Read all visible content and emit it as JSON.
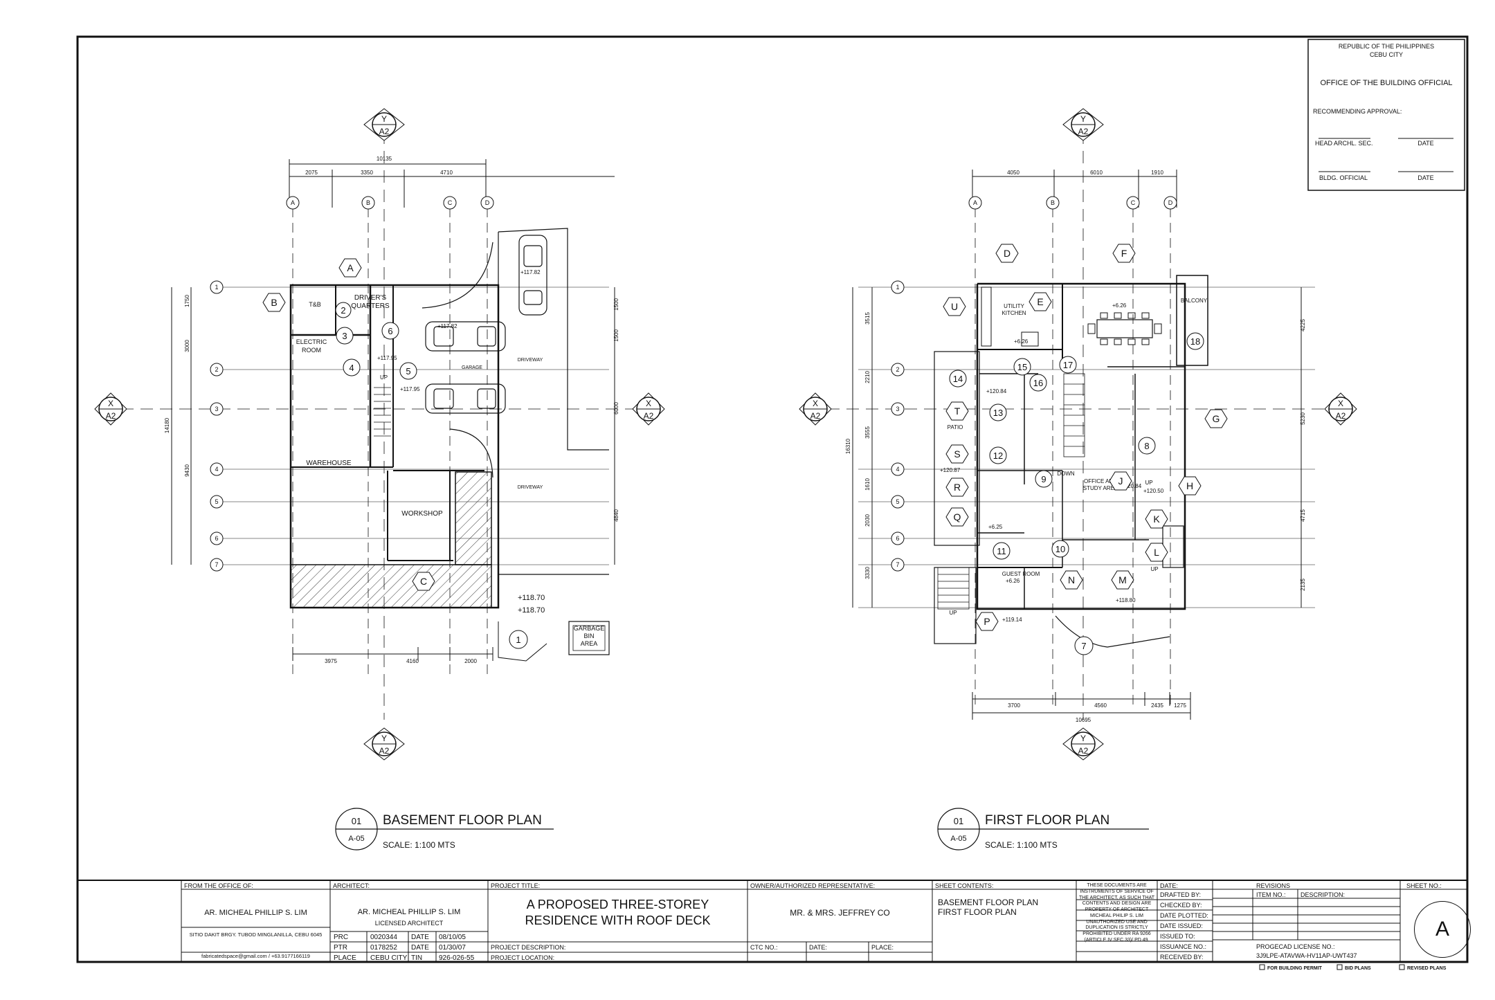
{
  "approval_box": {
    "republic": "REPUBLIC OF THE PHILIPPINES",
    "city": "CEBU CITY",
    "office": "OFFICE OF THE BUILDING OFFICIAL",
    "recommending": "RECOMMENDING APPROVAL:",
    "head": "HEAD ARCHL. SEC.",
    "official": "BLDG. OFFICIAL",
    "date": "DATE"
  },
  "sections": {
    "x_mark": "X",
    "y_mark": "Y",
    "ref": "A2"
  },
  "basement": {
    "dims_top": {
      "overall": "10135",
      "d1": "2075",
      "d2": "3350",
      "d3": "4710"
    },
    "dims_bottom": {
      "d1": "3975",
      "d2": "4160",
      "d3": "2000"
    },
    "dims_left": {
      "overall": "14180",
      "d1": "1750",
      "d2": "3000",
      "d3": "9430"
    },
    "dims_right": {
      "d1": "1500",
      "d2": "1500",
      "d3": "6000",
      "d4": "4840"
    },
    "grid_cols": [
      "A",
      "B",
      "C",
      "D"
    ],
    "grid_rows": [
      "1",
      "2",
      "3",
      "4",
      "5",
      "6",
      "7"
    ],
    "rooms": {
      "drivers": "DRIVER'S",
      "quarters": "QUARTERS",
      "tb": "T&B",
      "electric": "ELECTRIC",
      "room": "ROOM",
      "warehouse": "WAREHOUSE",
      "workshop": "WORKSHOP",
      "garage": "GARAGE",
      "driveway1": "DRIVEWAY",
      "driveway2": "DRIVEWAY",
      "garbage1": "GARBAGE",
      "garbage2": "BIN",
      "garbage3": "AREA"
    },
    "levels": {
      "l1": "+117.82",
      "l2": "+117.82",
      "l3": "+117.95",
      "l4": "+117.95",
      "l5": "+118.70",
      "l6": "+118.70",
      "up": "UP"
    },
    "tags": {
      "A": "A",
      "B": "B",
      "C": "C"
    },
    "circles": [
      "1",
      "2",
      "3",
      "4",
      "5",
      "6"
    ],
    "title": "BASEMENT FLOOR PLAN",
    "num": "01",
    "sheet_ref": "A-05",
    "scale": "SCALE: 1:100 MTS"
  },
  "first": {
    "dims_top": {
      "d1": "4050",
      "d2": "6010",
      "d3": "1910"
    },
    "dims_bottom": {
      "overall": "10695",
      "d1": "3700",
      "d2": "4560",
      "d3": "2435",
      "d4": "1275"
    },
    "dims_left": {
      "overall": "16310",
      "d1": "3515",
      "d2": "2210",
      "d3": "3555",
      "d4": "1610",
      "d5": "2030",
      "d6": "3330"
    },
    "dims_right": {
      "d1": "4225",
      "d2": "5230",
      "d3": "4715",
      "d4": "2135"
    },
    "grid_cols": [
      "A",
      "B",
      "C",
      "D"
    ],
    "grid_rows": [
      "1",
      "2",
      "3",
      "4",
      "5",
      "6",
      "7"
    ],
    "rooms": {
      "utility": "UTILITY",
      "kitchen": "KITCHEN",
      "balcony": "BALCONY",
      "office": "OFFICE AND",
      "study": "STUDY AREA",
      "guest": "GUEST ROOM",
      "patio": "PATIO",
      "down": "DOWN",
      "up1": "UP",
      "up2": "UP",
      "up3": "UP"
    },
    "levels": {
      "l1": "+6.26",
      "l2": "+6.26",
      "l3": "+120.84",
      "l4": "+120.84",
      "l5": "+120.50",
      "l6": "+6.25",
      "l7": "+6.26",
      "l8": "+118.80",
      "l9": "+119.14",
      "l10": "+120.87"
    },
    "tags": [
      "D",
      "E",
      "F",
      "G",
      "H",
      "J",
      "K",
      "L",
      "M",
      "N",
      "P",
      "Q",
      "R",
      "S",
      "T",
      "U"
    ],
    "circles": [
      "7",
      "8",
      "9",
      "10",
      "11",
      "12",
      "13",
      "14",
      "15",
      "16",
      "17",
      "18"
    ],
    "title": "FIRST FLOOR PLAN",
    "num": "01",
    "sheet_ref": "A-05",
    "scale": "SCALE: 1:100 MTS"
  },
  "title_block": {
    "from_label": "FROM THE OFFICE OF:",
    "from_name": "AR. MICHEAL PHILLIP S. LIM",
    "from_address": "SITIO DAKIT BRGY. TUBOD MINGLANILLA, CEBU 6045",
    "from_contact": "fabricatedspace@gmail.com / +63.9177166119",
    "architect_label": "ARCHITECT:",
    "architect_name": "AR. MICHEAL PHILLIP S. LIM",
    "architect_title": "LICENSED ARCHITECT",
    "prc_label": "PRC",
    "prc": "0020344",
    "ptr_label": "PTR",
    "ptr": "0178252",
    "place_label": "PLACE",
    "place": "CEBU CITY",
    "date1_label": "DATE",
    "date1": "08/10/05",
    "date2_label": "DATE",
    "date2": "01/30/07",
    "tin_label": "TIN",
    "tin": "926-026-55",
    "project_title_label": "PROJECT TITLE:",
    "project_title_1": "A PROPOSED THREE-STOREY",
    "project_title_2": "RESIDENCE WITH ROOF DECK",
    "project_desc_label": "PROJECT DESCRIPTION:",
    "project_loc_label": "PROJECT LOCATION:",
    "owner_label": "OWNER/AUTHORIZED REPRESENTATIVE:",
    "owner": "MR. & MRS. JEFFREY CO",
    "ctc_label": "CTC NO.:",
    "date_label": "DATE:",
    "place_label2": "PLACE:",
    "contents_label": "SHEET CONTENTS:",
    "contents_1": "BASEMENT FLOOR PLAN",
    "contents_2": "FIRST FLOOR PLAN",
    "notice": "THESE DOCUMENTS ARE INSTRUMENTS OF SERVICE OF THE ARCHITECT, AS SUCH THAT CONTENTS AND DESIGN ARE PROPERTY OF ARCHITECT MICHEAL PHILIP S. LIM UNAUTHORIZED USE AND DUPLICATION IS STRICTLY PROHIBITED UNDER RA 9266 (ARTICLE IV SEC 33)/ PD 49.",
    "date_row": "DATE:",
    "drafted": "DRAFTED BY:",
    "checked": "CHECKED BY:",
    "plotted": "DATE PLOTTED:",
    "issued": "DATE ISSUED:",
    "issued_to": "ISSUED TO:",
    "issuance": "ISSUANCE NO.:",
    "received": "RECEIVED BY:",
    "revisions": "REVISIONS",
    "item_no": "ITEM NO.:",
    "description": "DESCRIPTION:",
    "license_label": "PROGECAD LICENSE NO.:",
    "license": "3J9LPE-ATAVWA-HV11AP-UWT437",
    "sheet_no_label": "SHEET NO.:",
    "sheet_no": "A",
    "chk1": "FOR BUILDING PERMIT",
    "chk2": "BID PLANS",
    "chk3": "REVISED PLANS"
  }
}
